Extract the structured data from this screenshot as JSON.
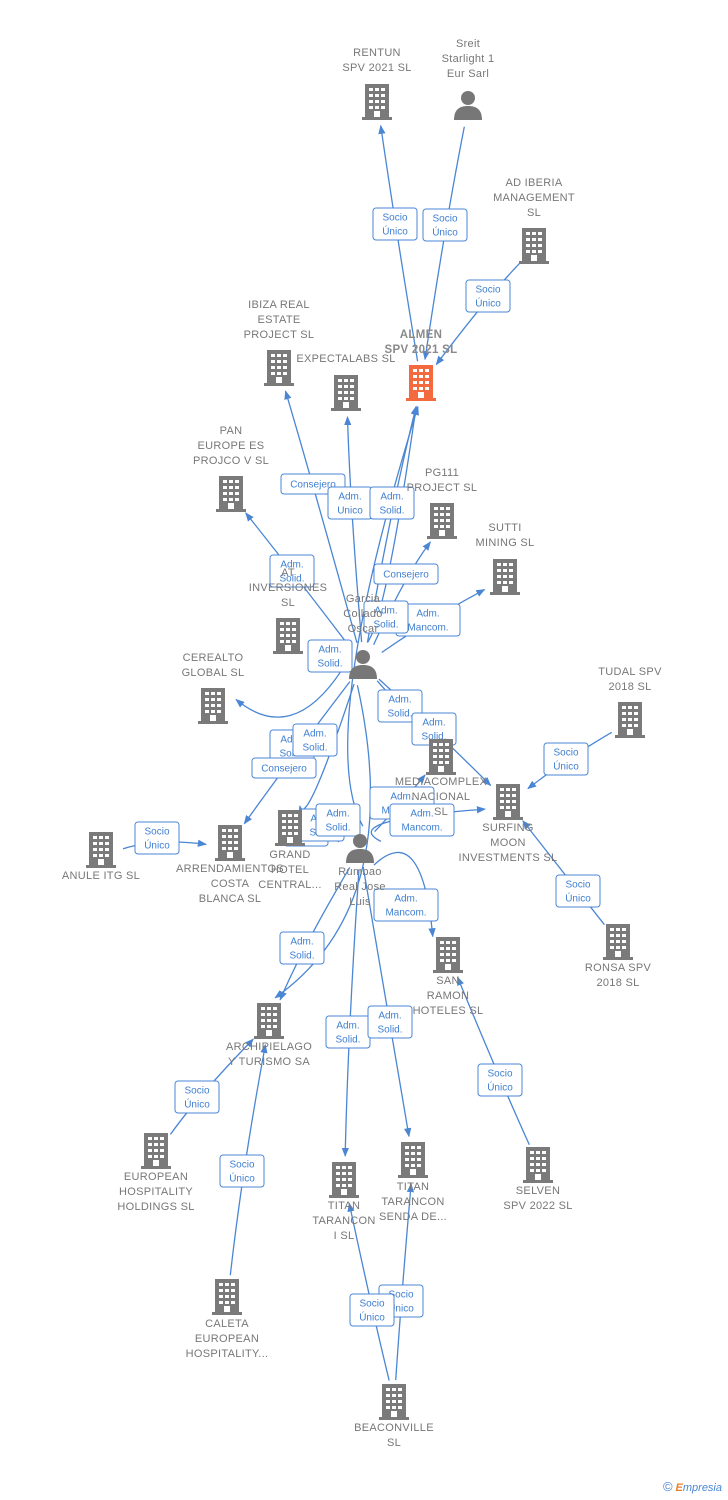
{
  "colors": {
    "edge": "#4a86d4",
    "company": "#7a7a7a",
    "main_company": "#f26a3d",
    "person": "#777777"
  },
  "nodes": [
    {
      "id": "rentun",
      "type": "company",
      "lines": [
        "RENTUN",
        "SPV 2021  SL"
      ],
      "icon": "building-icon"
    },
    {
      "id": "sreit",
      "type": "person",
      "lines": [
        "Sreit",
        "Starlight 1",
        "Eur Sarl"
      ],
      "icon": "person-icon"
    },
    {
      "id": "adiberia",
      "type": "company",
      "lines": [
        "AD IBERIA",
        "MANAGEMENT",
        "SL"
      ],
      "icon": "building-icon"
    },
    {
      "id": "almen",
      "type": "main",
      "lines": [
        "ALMEN",
        "SPV 2021  SL"
      ],
      "icon": "building-icon"
    },
    {
      "id": "ibiza",
      "type": "company",
      "lines": [
        "IBIZA REAL",
        "ESTATE",
        "PROJECT  SL"
      ],
      "icon": "building-icon"
    },
    {
      "id": "expectalabs",
      "type": "company",
      "lines": [
        "EXPECTALABS SL"
      ],
      "icon": "building-icon"
    },
    {
      "id": "paneurope",
      "type": "company",
      "lines": [
        "PAN",
        "EUROPE ES",
        "PROJCO V SL"
      ],
      "icon": "building-icon"
    },
    {
      "id": "pg111",
      "type": "company",
      "lines": [
        "PG111",
        "PROJECT  SL"
      ],
      "icon": "building-icon"
    },
    {
      "id": "sutti",
      "type": "company",
      "lines": [
        "SUTTI",
        "MINING SL"
      ],
      "icon": "building-icon"
    },
    {
      "id": "atinv",
      "type": "company",
      "lines": [
        "AT",
        "INVERSIONES",
        "SL"
      ],
      "icon": "building-icon"
    },
    {
      "id": "garcia",
      "type": "person",
      "lines": [
        "Garcia",
        "Collado",
        "Oscar"
      ],
      "icon": "person-icon"
    },
    {
      "id": "cerealto",
      "type": "company",
      "lines": [
        "CEREALTO",
        "GLOBAL  SL"
      ],
      "icon": "building-icon"
    },
    {
      "id": "tudal",
      "type": "company",
      "lines": [
        "TUDAL SPV",
        "2018  SL"
      ],
      "icon": "building-icon"
    },
    {
      "id": "mediacomplex",
      "type": "company",
      "lines": [
        "MEDIACOMPLEX",
        "NACIONAL",
        "SL"
      ],
      "icon": "building-icon"
    },
    {
      "id": "surfing",
      "type": "company",
      "lines": [
        "SURFING",
        "MOON",
        "INVESTMENTS SL"
      ],
      "icon": "building-icon"
    },
    {
      "id": "anule",
      "type": "company",
      "lines": [
        "ANULE ITG  SL"
      ],
      "icon": "building-icon"
    },
    {
      "id": "arrendamientos",
      "type": "company",
      "lines": [
        "ARRENDAMIENTOS",
        "COSTA",
        "BLANCA SL"
      ],
      "icon": "building-icon"
    },
    {
      "id": "grandhotel",
      "type": "company",
      "lines": [
        "GRAND",
        "HOTEL",
        "CENTRAL..."
      ],
      "icon": "building-icon"
    },
    {
      "id": "rumbao",
      "type": "person",
      "lines": [
        "Rumbao",
        "Real Jose",
        "Luis"
      ],
      "icon": "person-icon"
    },
    {
      "id": "ronsa",
      "type": "company",
      "lines": [
        "RONSA SPV",
        "2018  SL"
      ],
      "icon": "building-icon"
    },
    {
      "id": "sanramon",
      "type": "company",
      "lines": [
        "SAN",
        "RAMON",
        "HOTELES SL"
      ],
      "icon": "building-icon"
    },
    {
      "id": "archipielago",
      "type": "company",
      "lines": [
        "ARCHIPIELAGO",
        "Y TURISMO SA"
      ],
      "icon": "building-icon"
    },
    {
      "id": "european",
      "type": "company",
      "lines": [
        "EUROPEAN",
        "HOSPITALITY",
        "HOLDINGS  SL"
      ],
      "icon": "building-icon"
    },
    {
      "id": "titan1",
      "type": "company",
      "lines": [
        "TITAN",
        "TARANCON",
        "I  SL"
      ],
      "icon": "building-icon"
    },
    {
      "id": "titansenda",
      "type": "company",
      "lines": [
        "TITAN",
        "TARANCON",
        "SENDA DE..."
      ],
      "icon": "building-icon"
    },
    {
      "id": "selven",
      "type": "company",
      "lines": [
        "SELVEN",
        "SPV 2022  SL"
      ],
      "icon": "building-icon"
    },
    {
      "id": "caleta",
      "type": "company",
      "lines": [
        "CALETA",
        "EUROPEAN",
        "HOSPITALITY..."
      ],
      "icon": "building-icon"
    },
    {
      "id": "beaconville",
      "type": "company",
      "lines": [
        "BEACONVILLE",
        "SL"
      ],
      "icon": "building-icon"
    }
  ],
  "edges": [
    {
      "from": "almen",
      "to": "rentun",
      "badge": [
        "Socio",
        "Único"
      ]
    },
    {
      "from": "sreit",
      "to": "almen",
      "badge": [
        "Socio",
        "Único"
      ]
    },
    {
      "from": "adiberia",
      "to": "almen",
      "badge": [
        "Socio",
        "Único"
      ]
    },
    {
      "from": "garcia",
      "to": "ibiza",
      "badge": [
        "Consejero"
      ]
    },
    {
      "from": "garcia",
      "to": "expectalabs",
      "badge": [
        "Adm.",
        "Unico"
      ]
    },
    {
      "from": "garcia",
      "to": "almen",
      "badge": [
        "Adm.",
        "Solid."
      ]
    },
    {
      "from": "garcia",
      "to": "paneurope",
      "badge": [
        "Adm.",
        "Solid."
      ]
    },
    {
      "from": "garcia",
      "to": "pg111",
      "badge": [
        "Consejero"
      ]
    },
    {
      "from": "garcia",
      "to": "sutti",
      "badge": [
        "Adm.",
        "Mancom."
      ]
    },
    {
      "from": "garcia",
      "to": "almen",
      "badge": [
        "Adm.",
        "Solid."
      ]
    },
    {
      "from": "garcia",
      "to": "atinv",
      "badge": [
        "Adm.",
        "Solid."
      ]
    },
    {
      "from": "garcia",
      "to": "mediacomplex",
      "badge": [
        "Adm.",
        "Solid."
      ]
    },
    {
      "from": "garcia",
      "to": "surfing",
      "badge": [
        "Adm.",
        "Solid."
      ]
    },
    {
      "from": "garcia",
      "to": "cerealto",
      "badge": [
        "Adm.",
        "Solid."
      ]
    },
    {
      "from": "garcia",
      "to": "arrendamientos",
      "badge": [
        "Consejero"
      ]
    },
    {
      "from": "garcia",
      "to": "grandhotel",
      "badge": [
        "Adm.",
        "Solid."
      ]
    },
    {
      "from": "garcia",
      "to": "archipielago",
      "badge": [
        "Adm.",
        "Mancom."
      ]
    },
    {
      "from": "tudal",
      "to": "surfing",
      "badge": [
        "Socio",
        "Único"
      ]
    },
    {
      "from": "anule",
      "to": "arrendamientos",
      "badge": [
        "Socio",
        "Único"
      ]
    },
    {
      "from": "rumbao",
      "to": "almen",
      "badge": [
        "Adm.",
        "Solid."
      ]
    },
    {
      "from": "rumbao",
      "to": "mediacomplex",
      "badge": [
        "Adm.",
        "Mancom."
      ]
    },
    {
      "from": "rumbao",
      "to": "grandhotel",
      "badge": [
        "Adm.",
        "Solid."
      ]
    },
    {
      "from": "rumbao",
      "to": "sanramon",
      "badge": [
        "Adm.",
        "Mancom."
      ]
    },
    {
      "from": "rumbao",
      "to": "archipielago",
      "badge": [
        "Adm.",
        "Solid."
      ]
    },
    {
      "from": "rumbao",
      "to": "titan1",
      "badge": [
        "Adm.",
        "Solid."
      ]
    },
    {
      "from": "rumbao",
      "to": "titansenda",
      "badge": [
        "Adm.",
        "Solid."
      ]
    },
    {
      "from": "rumbao",
      "to": "surfing",
      "badge": [
        "Adm.",
        "Solid."
      ]
    },
    {
      "from": "ronsa",
      "to": "surfing",
      "badge": [
        "Socio",
        "Único"
      ]
    },
    {
      "from": "selven",
      "to": "sanramon",
      "badge": [
        "Socio",
        "Único"
      ]
    },
    {
      "from": "european",
      "to": "archipielago",
      "badge": [
        "Socio",
        "Único"
      ]
    },
    {
      "from": "caleta",
      "to": "archipielago",
      "badge": [
        "Socio",
        "Único"
      ]
    },
    {
      "from": "beaconville",
      "to": "titansenda",
      "badge": [
        "Socio",
        "Único"
      ]
    },
    {
      "from": "beaconville",
      "to": "titan1",
      "badge": [
        "Socio",
        "Único"
      ]
    }
  ],
  "footer": {
    "copyright": "©",
    "brand_first": "E",
    "brand_rest": "mpresia"
  }
}
